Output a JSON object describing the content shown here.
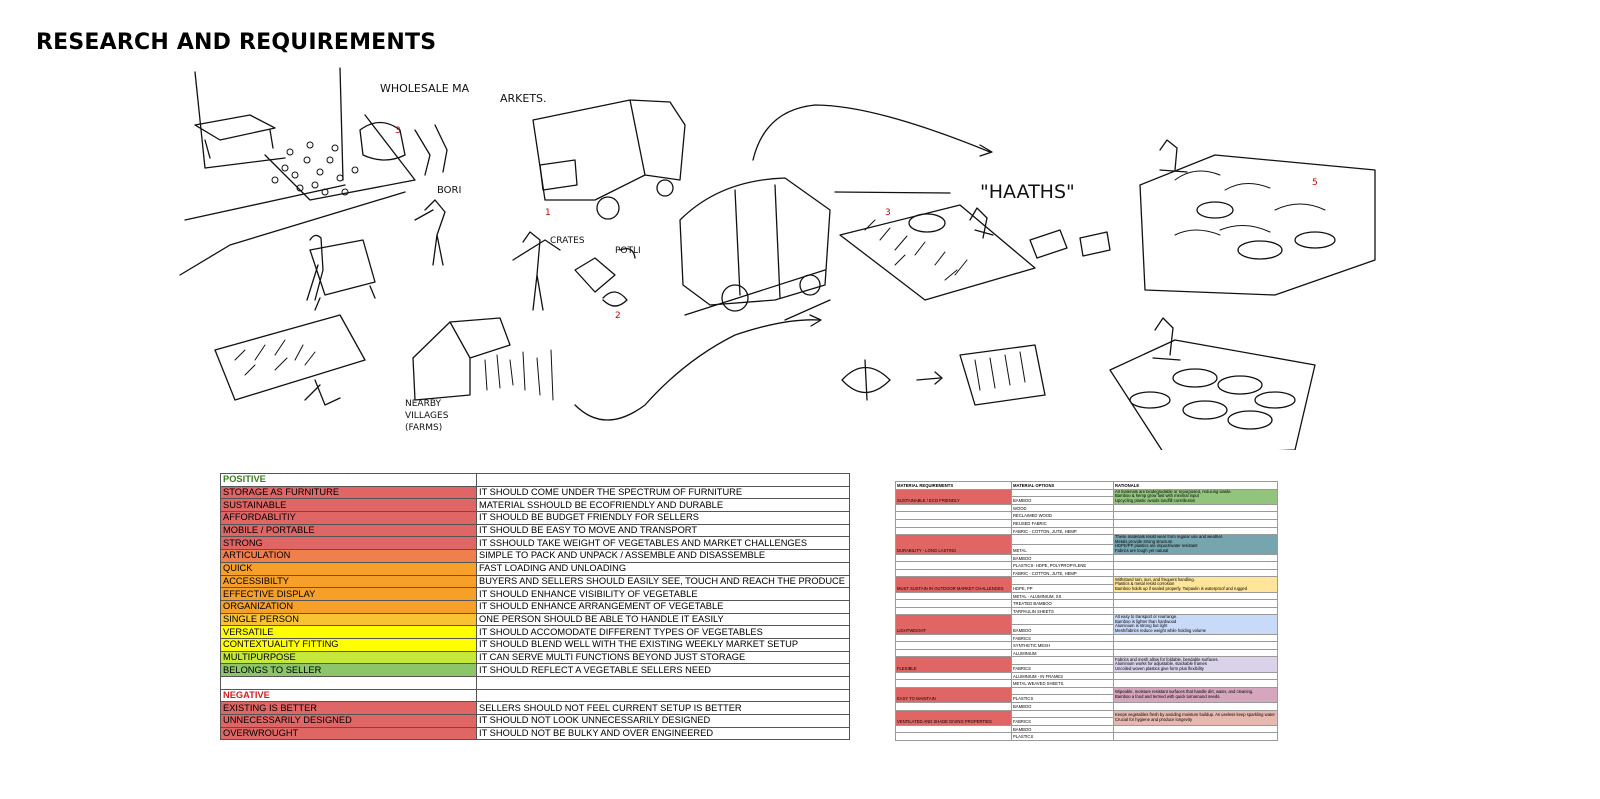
{
  "page": {
    "title": "RESEARCH AND REQUIREMENTS"
  },
  "sketch": {
    "labels": {
      "wholesale": "WHOLESALE MA",
      "arkets": "ARKETS.",
      "bori": "BORI",
      "crates": "CRATES",
      "potli": "POTLI",
      "villages": [
        "NEARBY",
        "VILLAGES",
        "(FARMS)"
      ],
      "haaths": "\"HAATHS\""
    },
    "numbers": {
      "n_wholesale": "3",
      "n_truck": "1",
      "n_potli": "2",
      "n_haath": "3",
      "n_stall": "5"
    }
  },
  "requirements": {
    "positive_header": "POSITIVE",
    "negative_header": "NEGATIVE",
    "positive": [
      {
        "label": "STORAGE AS FURNITURE",
        "desc": "IT SHOULD COME UNDER THE SPECTRUM OF FURNITURE",
        "color": "#e06666"
      },
      {
        "label": "SUSTAINABLE",
        "desc": "MATERIAL SSHOULD BE ECOFRIENDLY AND DURABLE",
        "color": "#e06666"
      },
      {
        "label": "AFFORDABLITIY",
        "desc": "IT SHOULD BE BUDGET FRIENDLY FOR SELLERS",
        "color": "#e06666"
      },
      {
        "label": "MOBILE / PORTABLE",
        "desc": "IT SHOULD BE EASY TO MOVE AND TRANSPORT",
        "color": "#e06666"
      },
      {
        "label": "STRONG",
        "desc": "IT SSHOULD TAKE WEIGHT OF VEGETABLES AND MARKET CHALLENGES",
        "color": "#e06666"
      },
      {
        "label": "ARTICULATION",
        "desc": "SIMPLE TO PACK AND UNPACK / ASSEMBLE AND DISASSEMBLE",
        "color": "#ef7f4c"
      },
      {
        "label": "QUICK",
        "desc": "FAST LOADING AND UNLOADING",
        "color": "#f6a02a"
      },
      {
        "label": "ACCESSIBILTY",
        "desc": "BUYERS AND SELLERS SHOULD EASILY SEE, TOUCH AND REACH THE PRODUCE",
        "color": "#f6a02a"
      },
      {
        "label": "EFFECTIVE DISPLAY",
        "desc": "IT SHOULD ENHANCE VISIBILITY OF VEGETABLE",
        "color": "#f6a02a"
      },
      {
        "label": "ORGANIZATION",
        "desc": "IT SHOULD ENHANCE ARRANGEMENT OF VEGETABLE",
        "color": "#f6a02a"
      },
      {
        "label": "SINGLE PERSON",
        "desc": "ONE PERSON SHOULD BE ABLE TO HANDLE IT EASILY",
        "color": "#f9c233"
      },
      {
        "label": "VERSATILE",
        "desc": "IT SHOULD ACCOMODATE DIFFERENT TYPES OF VEGETABLES",
        "color": "#ffff00"
      },
      {
        "label": "CONTEXTUALITY FITTING",
        "desc": "IT SHOULD BLEND WELL WITH THE EXISTING WEEKLY MARKET SETUP",
        "color": "#ffff00"
      },
      {
        "label": "MULTIPURPOSE",
        "desc": "IT CAN SERVE MULTI FUNCTIONS BEYOND JUST STORAGE",
        "color": "#c5e83a"
      },
      {
        "label": "BELONGS TO SELLER",
        "desc": "IT SHOULD REFLECT A VEGETABLE SELLERS NEED",
        "color": "#8cc56a"
      }
    ],
    "negative": [
      {
        "label": "EXISTING IS BETTER",
        "desc": "SELLERS SHOULD NOT FEEL CURRENT SETUP IS BETTER",
        "color": "#e06666"
      },
      {
        "label": "UNNECESSARILY DESIGNED",
        "desc": "IT SHOULD NOT LOOK UNNECESSARILY DESIGNED",
        "color": "#e06666"
      },
      {
        "label": "OVERWROUGHT",
        "desc": "IT SHOULD NOT BE BULKY AND OVER ENGINEERED",
        "color": "#e06666"
      }
    ]
  },
  "materials": {
    "headers": [
      "MATERIAL REQUIREMENTS",
      "MATERIAL OPTIONS",
      "RATIONALE"
    ],
    "groups": [
      {
        "requirement": "SUSTAINABLE / ECO FRIENDLY",
        "color": "#e06666",
        "rationale_color": "#93c47d",
        "rationale": [
          "All materials are biodegradable or repurposed, reducing waste.",
          "Bamboo & hemp grow fast with minimal input",
          "Upcycling plastic avoids landfill contribution"
        ],
        "options": [
          "BAMBOO",
          "WOOD",
          "RECLAIMED WOOD",
          "REUSED FABRIC",
          "FABRIC - COTTON, JUTE, HEMP"
        ]
      },
      {
        "requirement": "DURABILITY - LONG LASTING",
        "color": "#e06666",
        "rationale_color": "#76a5af",
        "rationale": [
          "These materials resist wear from regular use and weather.",
          "Metals provide strong structure",
          "HDPE/PP plastics are impact/water resistant",
          "Fabrics are tough yet natural"
        ],
        "options": [
          "METAL",
          "BAMBOO",
          "PLASTICS- HDPE, POLYPROPYLENE",
          "FABRIC - COTTON, JUTE, HEMP"
        ]
      },
      {
        "requirement": "MUST SUSTAIN IN OUTDOOR MARKET CHALLENGES",
        "color": "#e06666",
        "rationale_color": "#ffe599",
        "rationale": [
          "Withstand rain, sun, and frequent handling.",
          "Plastics & metal resist corrosion",
          "Bamboo holds up if sealed properly. Tarpaulin is waterproof and rugged"
        ],
        "options": [
          "HDPE, PP",
          "METAL - ALUMINIUM, SS",
          "TREATED BAMBOO",
          "TARPAULIN SHEETS"
        ]
      },
      {
        "requirement": "LIGHTWEIGHT",
        "color": "#e06666",
        "rationale_color": "#c9daf8",
        "rationale": [
          "All easy to transport or rearrange.",
          "Bamboo is lighter than hardwood",
          "Aluminium is strong but light",
          "Mesh/fabrics reduce weight while holding volume"
        ],
        "options": [
          "BAMBOO",
          "FABRICS",
          "SYNTHETIC MESH",
          "ALUMINIUM"
        ]
      },
      {
        "requirement": "FLEXIBLE",
        "color": "#e06666",
        "rationale_color": "#d9d2e9",
        "rationale": [
          "Fabrics and mesh allow for foldable, bendable surfaces.",
          "Aluminium works for adjustable, stackable frames",
          "Uncoiled woven plastics give form plus flexibility"
        ],
        "options": [
          "FABRICS",
          "ALUMINIUM - IN FRAMES",
          "METAL WEAVED SHEETS"
        ]
      },
      {
        "requirement": "EASY TO MAINTAIN",
        "color": "#e06666",
        "rationale_color": "#d5a6bd",
        "rationale": [
          "Wipeable, moisture resistant surfaces that handle dirt, water, and cleaning.",
          "Bamboo a food and termed with quick turnaround needs."
        ],
        "options": [
          "PLASTICS",
          "BAMBOO"
        ]
      },
      {
        "requirement": "VENTILATED AND SHADE GIVING PROPERTIES",
        "color": "#e06666",
        "rationale_color": "#e6b8af",
        "rationale": [
          "Keeps vegetables fresh by avoiding moisture buildup. As useless keep sparkling water",
          "Crucial for hygiene and produce longevity"
        ],
        "options": [
          "FABRICS",
          "BAMBOO",
          "PLASTICS"
        ]
      }
    ]
  }
}
